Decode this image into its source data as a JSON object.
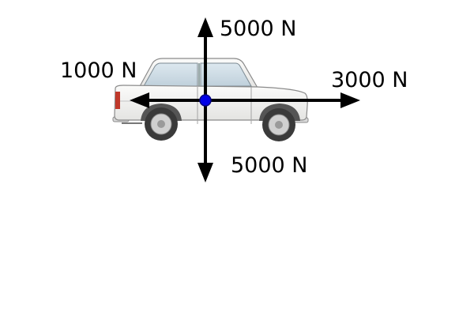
{
  "forces": {
    "up": {
      "label": "5000 N"
    },
    "left": {
      "label": "1000 N"
    },
    "right": {
      "label": "3000 N"
    },
    "down": {
      "label": "5000 N"
    }
  },
  "colors": {
    "arrow": "#000000",
    "point": "#0000e6",
    "car_body": "#f2f2f0",
    "car_outline": "#8a8a8a",
    "window": "#cfdde6",
    "tire": "#3a3a3a",
    "hub": "#d0d0d0",
    "tail_light": "#c0392b"
  },
  "icons": {
    "car": "car-icon",
    "point": "center-of-mass-point"
  }
}
